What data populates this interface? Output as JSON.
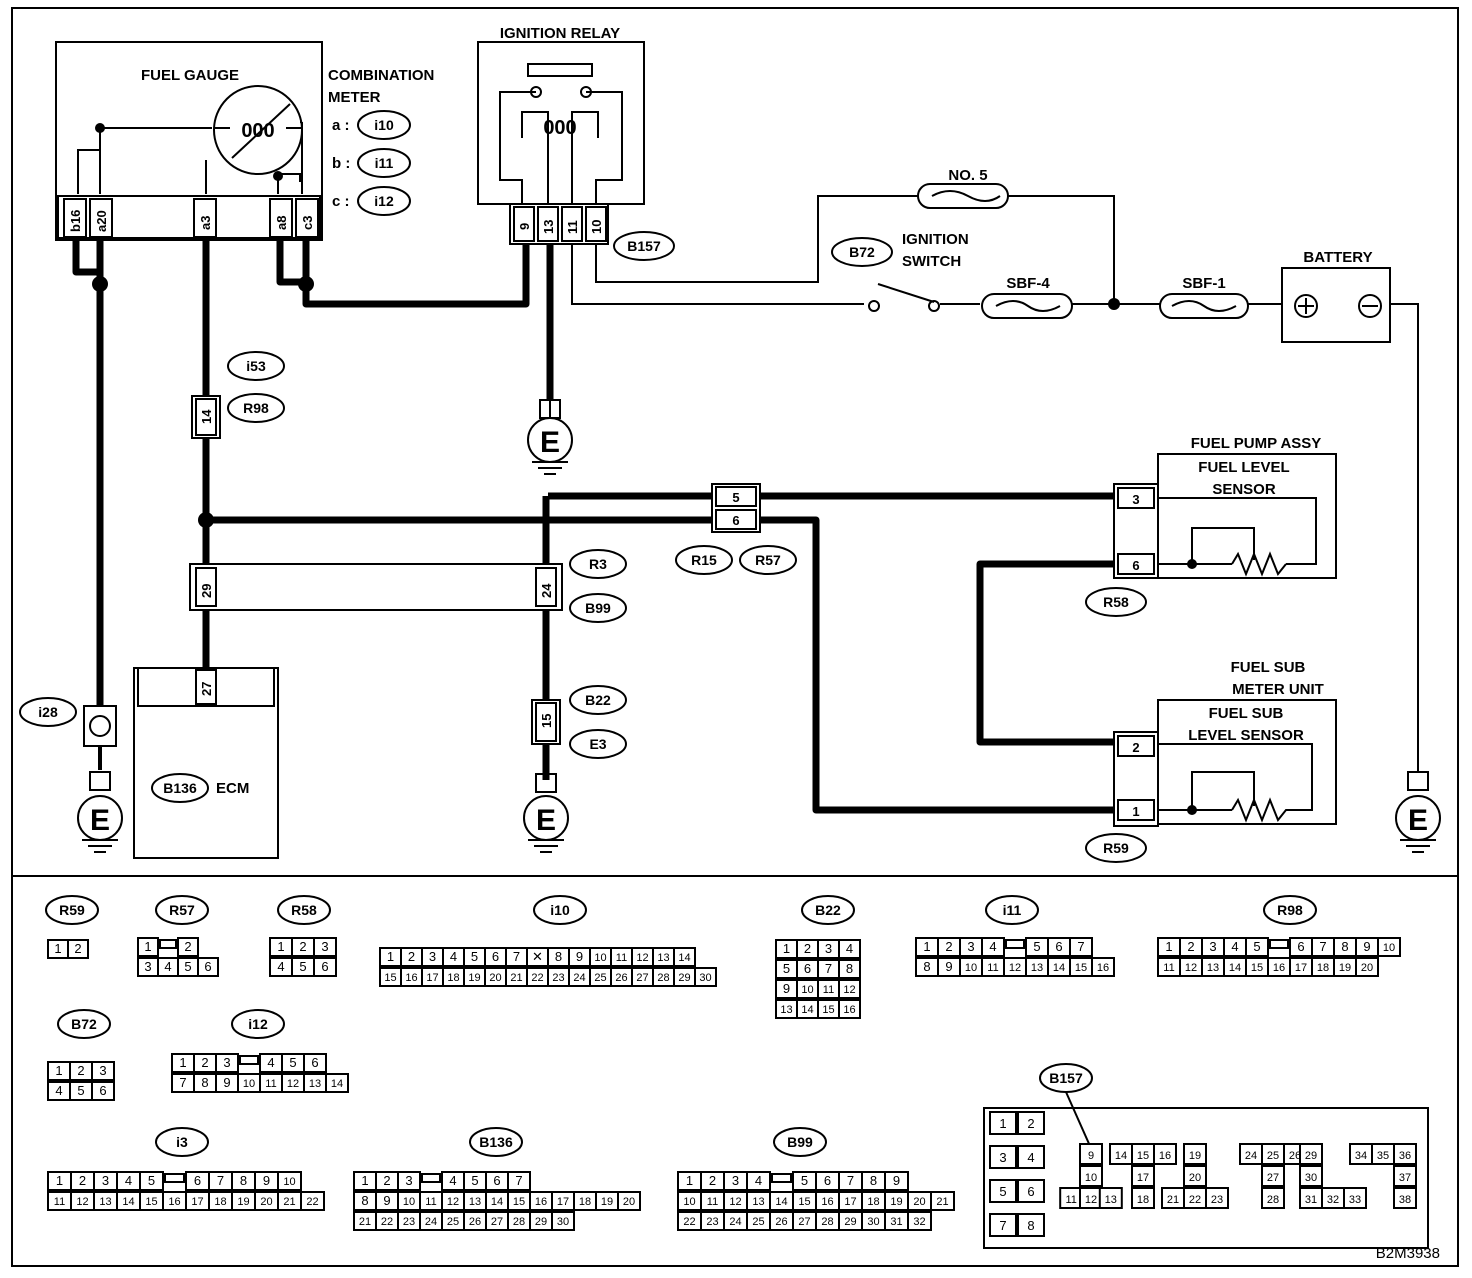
{
  "components": {
    "fuel_gauge": "FUEL GAUGE",
    "combination_meter_1": "COMBINATION",
    "combination_meter_2": "METER",
    "ignition_relay": "IGNITION RELAY",
    "ignition_switch_1": "IGNITION",
    "ignition_switch_2": "SWITCH",
    "battery": "BATTERY",
    "fuse_no5": "NO. 5",
    "sbf4": "SBF-4",
    "sbf1": "SBF-1",
    "fuel_pump_assy": "FUEL PUMP ASSY",
    "fuel_level_sensor_1": "FUEL LEVEL",
    "fuel_level_sensor_2": "SENSOR",
    "fuel_sub_meter_1": "FUEL SUB",
    "fuel_sub_meter_2": "METER UNIT",
    "fuel_sub_level_1": "FUEL SUB",
    "fuel_sub_level_2": "LEVEL SENSOR",
    "ecm": "ECM",
    "ground": "E",
    "figure_code": "B2M3938"
  },
  "meter_connectors": [
    {
      "prefix": "a :",
      "id": "i10"
    },
    {
      "prefix": "b :",
      "id": "i11"
    },
    {
      "prefix": "c :",
      "id": "i12"
    }
  ],
  "gauge_terminals": [
    "b16",
    "a20",
    "a3",
    "a8",
    "c3"
  ],
  "relay_terminals": [
    "9",
    "13",
    "11",
    "10"
  ],
  "connector_tags": {
    "B157": "B157",
    "B72": "B72",
    "i53": "i53",
    "R98": "R98",
    "R3": "R3",
    "B99": "B99",
    "R15": "R15",
    "R57": "R57",
    "R58": "R58",
    "R59": "R59",
    "B22": "B22",
    "E3": "E3",
    "i28": "i28",
    "B136": "B136"
  },
  "pins": {
    "i53_pin": "14",
    "r3_29": "29",
    "r3_24": "24",
    "ecm_27": "27",
    "b22_15": "15",
    "r15_5": "5",
    "r15_6": "6",
    "r58_3": "3",
    "r58_6": "6",
    "r59_2": "2",
    "r59_1": "1"
  },
  "legend": {
    "R59": {
      "label": "R59",
      "rows": [
        [
          "1",
          "2"
        ]
      ]
    },
    "R57": {
      "label": "R57",
      "rows": [
        [
          "1",
          "",
          "2"
        ],
        [
          "3",
          "4",
          "5",
          "6"
        ]
      ]
    },
    "R58": {
      "label": "R58",
      "rows": [
        [
          "1",
          "2",
          "3"
        ],
        [
          "4",
          "5",
          "6"
        ]
      ]
    },
    "i10": {
      "label": "i10",
      "rows": [
        [
          "1",
          "2",
          "3",
          "4",
          "5",
          "6",
          "7",
          "X",
          "8",
          "9",
          "10",
          "11",
          "12",
          "13",
          "14"
        ],
        [
          "15",
          "16",
          "17",
          "18",
          "19",
          "20",
          "21",
          "22",
          "23",
          "24",
          "25",
          "26",
          "27",
          "28",
          "29",
          "30"
        ]
      ]
    },
    "B22": {
      "label": "B22",
      "rows": [
        [
          "1",
          "2",
          "3",
          "4"
        ],
        [
          "5",
          "6",
          "7",
          "8"
        ],
        [
          "9",
          "10",
          "11",
          "12"
        ],
        [
          "13",
          "14",
          "15",
          "16"
        ]
      ]
    },
    "i11": {
      "label": "i11",
      "rows": [
        [
          "1",
          "2",
          "3",
          "4",
          "",
          "5",
          "6",
          "7"
        ],
        [
          "8",
          "9",
          "10",
          "11",
          "12",
          "13",
          "14",
          "15",
          "16"
        ]
      ]
    },
    "R98": {
      "label": "R98",
      "rows": [
        [
          "1",
          "2",
          "3",
          "4",
          "5",
          "",
          "6",
          "7",
          "8",
          "9",
          "10"
        ],
        [
          "11",
          "12",
          "13",
          "14",
          "15",
          "16",
          "17",
          "18",
          "19",
          "20"
        ]
      ]
    },
    "B72": {
      "label": "B72",
      "rows": [
        [
          "1",
          "2",
          "3"
        ],
        [
          "4",
          "5",
          "6"
        ]
      ]
    },
    "i12": {
      "label": "i12",
      "rows": [
        [
          "1",
          "2",
          "3",
          "",
          "4",
          "5",
          "6"
        ],
        [
          "7",
          "8",
          "9",
          "10",
          "11",
          "12",
          "13",
          "14"
        ]
      ]
    },
    "i3": {
      "label": "i3",
      "rows": [
        [
          "1",
          "2",
          "3",
          "4",
          "5",
          "",
          "6",
          "7",
          "8",
          "9",
          "10"
        ],
        [
          "11",
          "12",
          "13",
          "14",
          "15",
          "16",
          "17",
          "18",
          "19",
          "20",
          "21",
          "22"
        ]
      ]
    },
    "B136": {
      "label": "B136",
      "rows": [
        [
          "1",
          "2",
          "3",
          "",
          "4",
          "5",
          "6",
          "7"
        ],
        [
          "8",
          "9",
          "10",
          "11",
          "12",
          "13",
          "14",
          "15",
          "16",
          "17",
          "18",
          "19",
          "20"
        ],
        [
          "21",
          "22",
          "23",
          "24",
          "25",
          "26",
          "27",
          "28",
          "29",
          "30"
        ]
      ]
    },
    "B99": {
      "label": "B99",
      "rows": [
        [
          "1",
          "2",
          "3",
          "4",
          "",
          "5",
          "6",
          "7",
          "8",
          "9"
        ],
        [
          "10",
          "11",
          "12",
          "13",
          "14",
          "15",
          "16",
          "17",
          "18",
          "19",
          "20",
          "21"
        ],
        [
          "22",
          "23",
          "24",
          "25",
          "26",
          "27",
          "28",
          "29",
          "30",
          "31",
          "32"
        ]
      ]
    },
    "B157": {
      "label": "B157",
      "rows": [
        [
          "1",
          "2",
          "3",
          "4",
          "5",
          "6",
          "7",
          "8"
        ],
        [
          "9",
          "10",
          "11",
          "12",
          "13"
        ],
        [
          "14",
          "15",
          "16",
          "17",
          "18"
        ],
        [
          "19",
          "20",
          "21",
          "22",
          "23"
        ],
        [
          "24",
          "25",
          "26",
          "27",
          "28"
        ],
        [
          "29",
          "30",
          "31",
          "32",
          "33"
        ],
        [
          "34",
          "35",
          "36",
          "37",
          "38"
        ]
      ]
    }
  }
}
